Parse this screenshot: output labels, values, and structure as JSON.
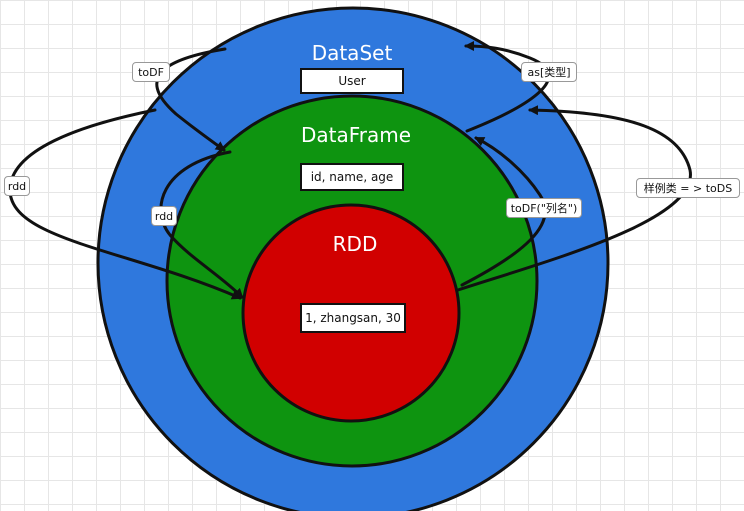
{
  "colors": {
    "dataset": "#2f78dd",
    "dataframe": "#0e9410",
    "rdd": "#d10000",
    "outline": "#111111",
    "background": "#ffffff"
  },
  "dataset": {
    "title": "DataSet",
    "box": "User"
  },
  "dataframe": {
    "title": "DataFrame",
    "box": "id, name, age"
  },
  "rdd": {
    "title": "RDD",
    "box": "1, zhangsan, 30"
  },
  "edges": {
    "todf_outer": "toDF",
    "as_type": "as[类型]",
    "rdd_outer": "rdd",
    "case_class": "样例类 = > toDS",
    "rdd_inner": "rdd",
    "todf_columns": "toDF(\"列名\")"
  }
}
